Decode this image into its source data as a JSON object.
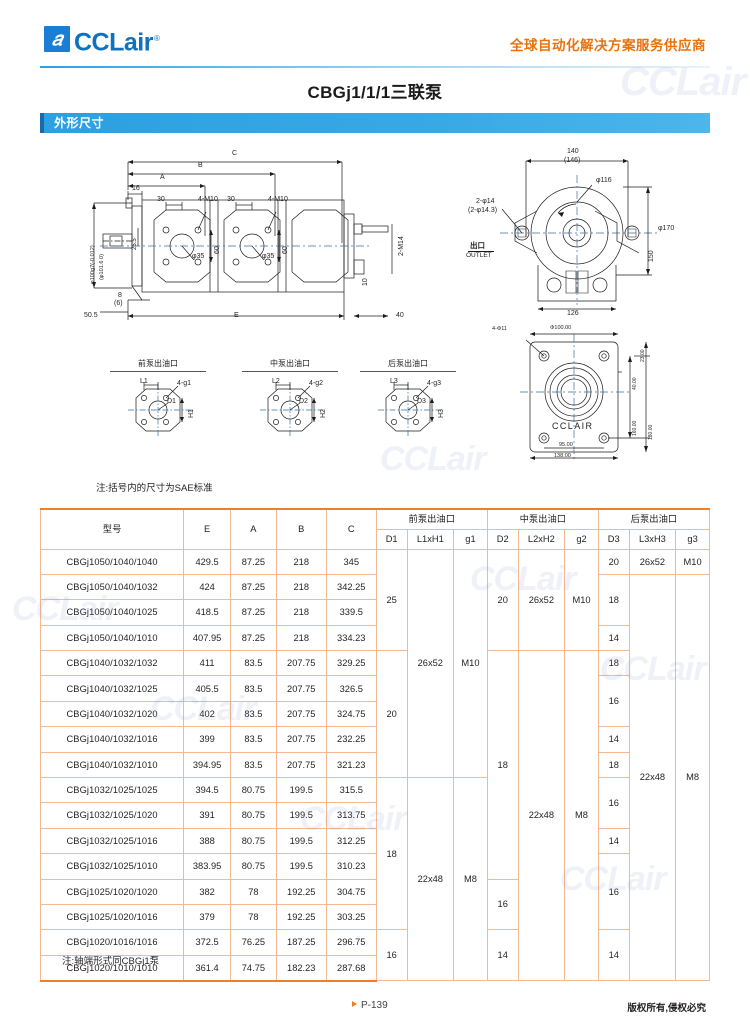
{
  "header": {
    "logo_mark": "CCLair-logo-icon",
    "logo_text": "CCLair",
    "registered_mark": "®",
    "slogan": "全球自动化解决方案服务供应商"
  },
  "page_title": "CBGj1/1/1三联泵",
  "section_bar": {
    "label": "外形尺寸"
  },
  "drawings": {
    "main_view": {
      "dims": {
        "C": "C",
        "B": "B",
        "A": "A",
        "d16": "16",
        "shaft_upper": "φ100g7(-0.012)",
        "shaft_upper_tol": "-0.034",
        "shaft_lower": "(φ101.6 0)",
        "shaft_lower_tol": "-0.05",
        "d30_a": "30",
        "m10_a": "4-M10",
        "d30_b": "30",
        "m10_b": "4-M10",
        "d60_a": "60",
        "d60_b": "60",
        "d35_a": "φ35",
        "d35_b": "φ35",
        "d25_5": "25.5",
        "d8": "8",
        "d8_paren": "(6)",
        "d50_5": "50.5",
        "E": "E",
        "d40": "40",
        "m14": "2-M14",
        "d10": "10"
      }
    },
    "front_view": {
      "dims": {
        "w140": "140",
        "w146": "(146)",
        "d116": "φ116",
        "d170": "φ170",
        "h150": "150",
        "w126": "126",
        "bolt": "2-φ14",
        "bolt_paren": "(2-φ14.3)"
      },
      "outlet_cn": "出口",
      "outlet_en": "OUTLET"
    },
    "flange_view": {
      "dims": {
        "holes": "4-Φ11",
        "d100": "Φ100.00",
        "w95": "95.00",
        "w138": "138.00",
        "h160": "160.00",
        "h180": "180.00",
        "h23": "23.00",
        "h40": "40.00"
      },
      "brand": "CCLAIR"
    },
    "port_details": [
      {
        "caption": "前泵出油口",
        "L": "L1",
        "g": "4-g1",
        "D": "D1",
        "H": "H1"
      },
      {
        "caption": "中泵出油口",
        "L": "L2",
        "g": "4-g2",
        "D": "D2",
        "H": "H2"
      },
      {
        "caption": "后泵出油口",
        "L": "L3",
        "g": "4-g3",
        "D": "D3",
        "H": "H3"
      }
    ]
  },
  "note_sae": "注:括号内的尺寸为SAE标准",
  "table": {
    "group_headers": {
      "front": "前泵出油口",
      "middle": "中泵出油口",
      "rear": "后泵出油口"
    },
    "headers": {
      "model": "型号",
      "E": "E",
      "A": "A",
      "B": "B",
      "C": "C",
      "D1": "D1",
      "L1H1": "L1xH1",
      "g1": "g1",
      "D2": "D2",
      "L2H2": "L2xH2",
      "g2": "g2",
      "D3": "D3",
      "L3H3": "L3xH3",
      "g3": "g3"
    },
    "rows": [
      {
        "model": "CBGj1050/1040/1040",
        "E": "429.5",
        "A": "87.25",
        "B": "218",
        "C": "345"
      },
      {
        "model": "CBGj1050/1040/1032",
        "E": "424",
        "A": "87.25",
        "B": "218",
        "C": "342.25"
      },
      {
        "model": "CBGj1050/1040/1025",
        "E": "418.5",
        "A": "87.25",
        "B": "218",
        "C": "339.5"
      },
      {
        "model": "CBGj1050/1040/1010",
        "E": "407.95",
        "A": "87.25",
        "B": "218",
        "C": "334.23"
      },
      {
        "model": "CBGj1040/1032/1032",
        "E": "411",
        "A": "83.5",
        "B": "207.75",
        "C": "329.25"
      },
      {
        "model": "CBGj1040/1032/1025",
        "E": "405.5",
        "A": "83.5",
        "B": "207.75",
        "C": "326.5"
      },
      {
        "model": "CBGj1040/1032/1020",
        "E": "402",
        "A": "83.5",
        "B": "207.75",
        "C": "324.75"
      },
      {
        "model": "CBGj1040/1032/1016",
        "E": "399",
        "A": "83.5",
        "B": "207.75",
        "C": "232.25"
      },
      {
        "model": "CBGj1040/1032/1010",
        "E": "394.95",
        "A": "83.5",
        "B": "207.75",
        "C": "321.23"
      },
      {
        "model": "CBGj1032/1025/1025",
        "E": "394.5",
        "A": "80.75",
        "B": "199.5",
        "C": "315.5"
      },
      {
        "model": "CBGj1032/1025/1020",
        "E": "391",
        "A": "80.75",
        "B": "199.5",
        "C": "313.75"
      },
      {
        "model": "CBGj1032/1025/1016",
        "E": "388",
        "A": "80.75",
        "B": "199.5",
        "C": "312.25"
      },
      {
        "model": "CBGj1032/1025/1010",
        "E": "383.95",
        "A": "80.75",
        "B": "199.5",
        "C": "310.23"
      },
      {
        "model": "CBGj1025/1020/1020",
        "E": "382",
        "A": "78",
        "B": "192.25",
        "C": "304.75"
      },
      {
        "model": "CBGj1025/1020/1016",
        "E": "379",
        "A": "78",
        "B": "192.25",
        "C": "303.25"
      },
      {
        "model": "CBGj1020/1016/1016",
        "E": "372.5",
        "A": "76.25",
        "B": "187.25",
        "C": "296.75"
      },
      {
        "model": "CBGj1020/1010/1010",
        "E": "361.4",
        "A": "74.75",
        "B": "182.23",
        "C": "287.68"
      }
    ],
    "merged": {
      "D1": [
        {
          "v": "25",
          "span": 4
        },
        {
          "v": "20",
          "span": 5
        },
        {
          "v": "18",
          "span": 6
        },
        {
          "v": "16",
          "span": 2
        }
      ],
      "L1H1": [
        {
          "v": "26x52",
          "span": 9
        },
        {
          "v": "22x48",
          "span": 8
        }
      ],
      "g1": [
        {
          "v": "M10",
          "span": 9
        },
        {
          "v": "M8",
          "span": 8
        }
      ],
      "D2": [
        {
          "v": "20",
          "span": 4
        },
        {
          "v": "18",
          "span": 9
        },
        {
          "v": "16",
          "span": 2
        },
        {
          "v": "14",
          "span": 2
        }
      ],
      "L2H2": [
        {
          "v": "26x52",
          "span": 4
        },
        {
          "v": "22x48",
          "span": 13
        }
      ],
      "g2": [
        {
          "v": "M10",
          "span": 4
        },
        {
          "v": "M8",
          "span": 13
        }
      ],
      "D3": [
        {
          "v": "20",
          "span": 1
        },
        {
          "v": "18",
          "span": 2
        },
        {
          "v": "14",
          "span": 1
        },
        {
          "v": "18",
          "span": 1
        },
        {
          "v": "16",
          "span": 2
        },
        {
          "v": "14",
          "span": 1
        },
        {
          "v": "18",
          "span": 1
        },
        {
          "v": "16",
          "span": 2
        },
        {
          "v": "14",
          "span": 1
        },
        {
          "v": "16",
          "span": 3
        },
        {
          "v": "14",
          "span": 2
        }
      ],
      "L3H3": [
        {
          "v": "26x52",
          "span": 1
        },
        {
          "v": "22x48",
          "span": 16
        }
      ],
      "g3": [
        {
          "v": "M10",
          "span": 1
        },
        {
          "v": "M8",
          "span": 16
        }
      ]
    }
  },
  "note_shaft": "注:轴端形式同CBGj1泵",
  "footer": {
    "page_number": "P-139",
    "copyright": "版权所有,侵权必究"
  },
  "watermarks": [
    "CCLair",
    "CCLair",
    "CCLair",
    "CCLair",
    "CCLair",
    "CCLair",
    "CCLair",
    "CCLair"
  ],
  "colors": {
    "brand_blue": "#0e72c0",
    "accent_orange": "#ee7f24",
    "bar_blue": "#2ca0e0",
    "table_grid": "#f2b894"
  }
}
